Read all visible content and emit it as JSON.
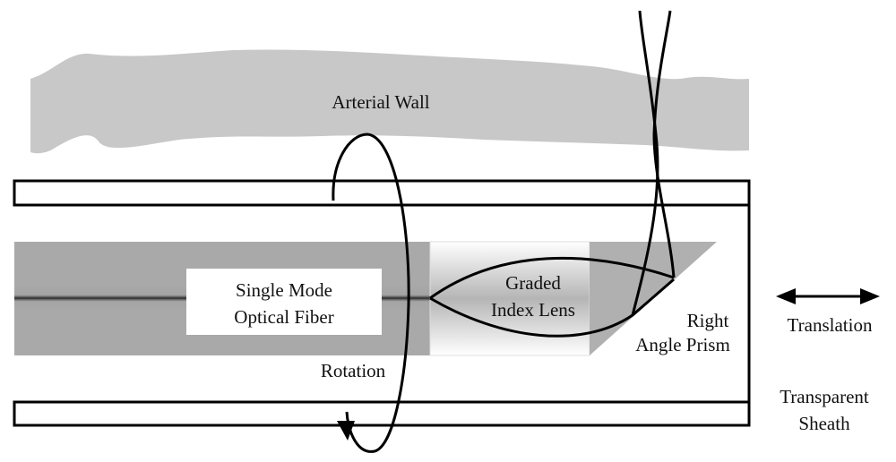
{
  "labels": {
    "arterial_wall": "Arterial Wall",
    "fiber_line1": "Single Mode",
    "fiber_line2": "Optical Fiber",
    "lens_line1": "Graded",
    "lens_line2": "Index Lens",
    "prism_line1": "Right",
    "prism_line2": "Angle Prism",
    "rotation": "Rotation",
    "translation": "Translation",
    "sheath_line1": "Transparent",
    "sheath_line2": "Sheath"
  },
  "colors": {
    "tissue": "#c8c8c8",
    "fiber_cladding": "#a8a8a8",
    "fiber_core": "#2a2a2a",
    "outline": "#000000"
  }
}
